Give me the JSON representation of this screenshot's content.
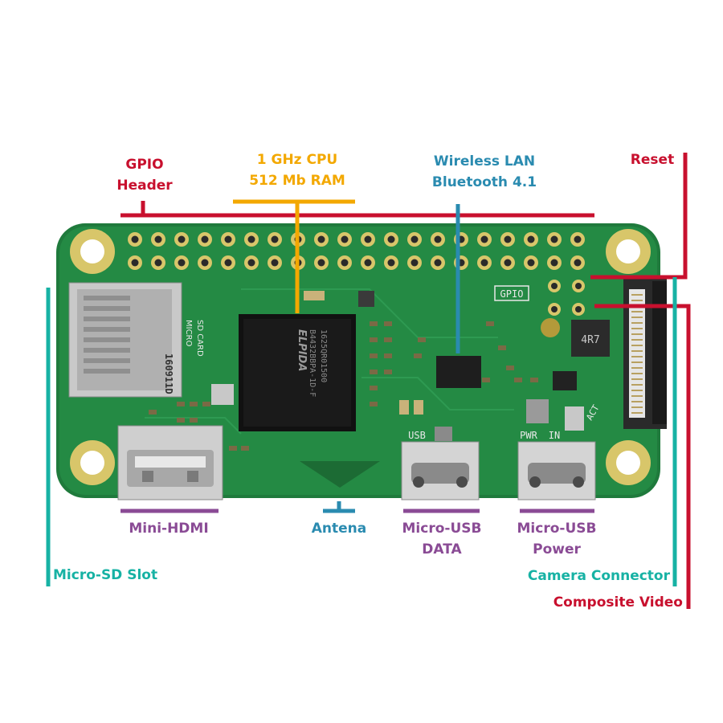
{
  "labels": {
    "gpio_header": [
      "GPIO",
      "Header"
    ],
    "cpu": [
      "1 GHz CPU",
      "512 Mb RAM"
    ],
    "wireless": [
      "Wireless LAN",
      "Bluetooth 4.1"
    ],
    "reset": "Reset",
    "mini_hdmi": "Mini-HDMI",
    "antenna": "Antena",
    "micro_usb_data": [
      "Micro-USB",
      "DATA"
    ],
    "micro_usb_power": [
      "Micro-USB",
      "Power"
    ],
    "micro_sd": "Micro-SD Slot",
    "camera": "Camera Connector",
    "composite": "Composite Video"
  },
  "board_text": {
    "gpio_silk": "GPIO",
    "sd_silk": [
      "MICRO",
      "SD CARD"
    ],
    "sd_code": "160911D",
    "chip_brand": "ELPIDA",
    "chip_lines": [
      "B4432BBPA-1D-F",
      "1625QR01500"
    ],
    "inductor": "4R7",
    "usb_silk": "USB",
    "pwr_silk": "PWR",
    "in_silk": "IN",
    "act_silk": "ACT"
  },
  "colors": {
    "red": "#c8102e",
    "orange": "#f3a800",
    "blue": "#2a8bb0",
    "purple": "#8a4b95",
    "teal": "#17b2a4",
    "board": "#1f7a3c"
  }
}
